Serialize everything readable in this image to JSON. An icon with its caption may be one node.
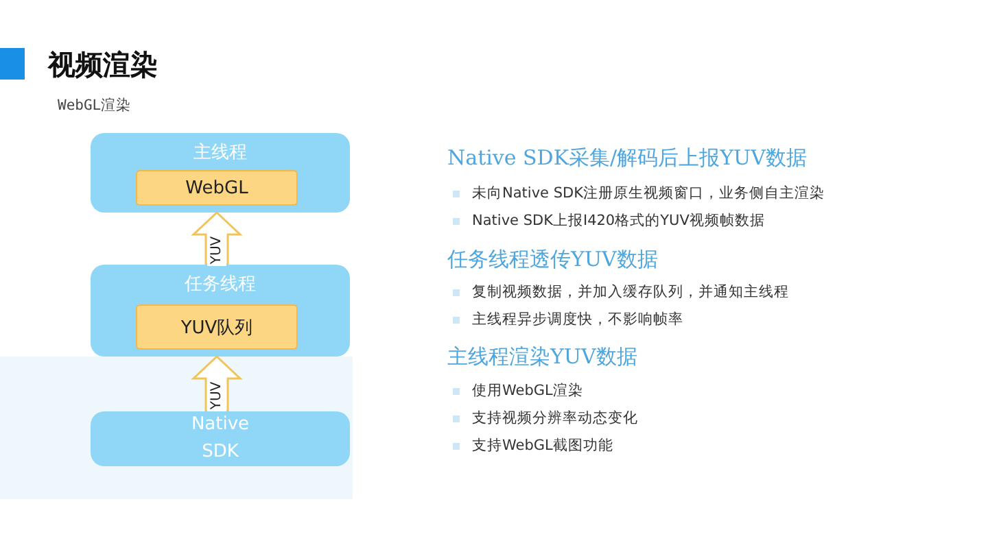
{
  "diagram": {
    "title": "视频渲染",
    "nodes": [
      {
        "text": [
          "主线程"
        ]
      },
      {
        "text": [
          "WebGL"
        ],
        "in": 0
      },
      {
        "text": [
          "任务线程"
        ]
      },
      {
        "text": [
          "YUV队列"
        ],
        "in": 2
      },
      {
        "text": [
          "Native SDK"
        ]
      }
    ],
    "edges": [
      {
        "from": 2,
        "to": 0,
        "arrow": "to",
        "label": "YUV"
      },
      {
        "from": 4,
        "to": 2,
        "arrow": "to",
        "label": "YUV"
      }
    ],
    "labels": [
      "WebGL渲染",
      "Native SDK采集/解码后上报YUV数据",
      "未向Native SDK注册原生视频窗口，业务侧自主渲染",
      "Native SDK上报I420格式的YUV视频帧数据",
      "任务线程透传YUV数据",
      "复制视频数据，并加入缓存队列，并通知主线程",
      "主线程异步调度快，不影响帧率",
      "主线程渲染YUV数据",
      "使用WebGL渲染",
      "支持视频分辨率动态变化",
      "支持WebGL截图功能"
    ]
  }
}
